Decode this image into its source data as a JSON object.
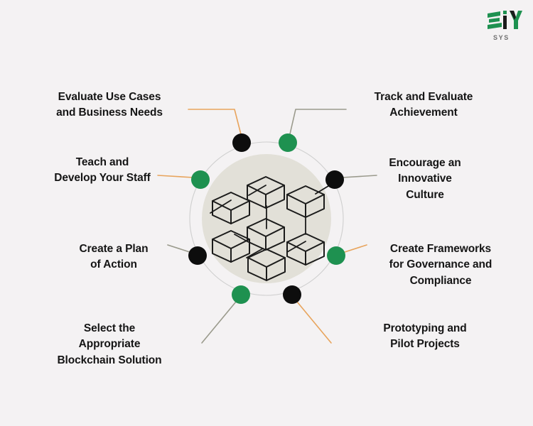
{
  "background_color": "#f4f2f3",
  "brand": {
    "logo_mark": "EiY",
    "logo_sub": "SYS",
    "green": "#1e9150",
    "dark": "#1b1b1b"
  },
  "center": {
    "icon_name": "blockchain-network-icon",
    "disc_color": "#e2e0d8",
    "ring_color": "#cfcfcf",
    "cube_count": 7
  },
  "palette": {
    "node_dark": "#0d0d0d",
    "node_green": "#1e9150",
    "connector_orange": "#e8a45c",
    "connector_olive": "#9a9a8c",
    "text": "#151515"
  },
  "steps": [
    {
      "id": "evaluate-use-cases",
      "side": "left",
      "lines": [
        "Evaluate Use Cases",
        "and Business Needs"
      ],
      "node_color": "#0d0d0d",
      "connector_color": "#e8a45c"
    },
    {
      "id": "teach-develop-staff",
      "side": "left",
      "lines": [
        "Teach and",
        "Develop Your Staff"
      ],
      "node_color": "#1e9150",
      "connector_color": "#e8a45c"
    },
    {
      "id": "create-plan-of-action",
      "side": "left",
      "lines": [
        "Create a Plan",
        "of Action"
      ],
      "node_color": "#0d0d0d",
      "connector_color": "#9a9a8c"
    },
    {
      "id": "select-blockchain-solution",
      "side": "left",
      "lines": [
        "Select the",
        "Appropriate",
        "Blockchain Solution"
      ],
      "node_color": "#1e9150",
      "connector_color": "#9a9a8c"
    },
    {
      "id": "track-evaluate-achievement",
      "side": "right",
      "lines": [
        "Track and Evaluate",
        "Achievement"
      ],
      "node_color": "#1e9150",
      "connector_color": "#9a9a8c"
    },
    {
      "id": "encourage-innovative-culture",
      "side": "right",
      "lines": [
        "Encourage an",
        "Innovative",
        "Culture"
      ],
      "node_color": "#0d0d0d",
      "connector_color": "#9a9a8c"
    },
    {
      "id": "create-frameworks-governance",
      "side": "right",
      "lines": [
        "Create Frameworks",
        "for Governance and",
        "Compliance"
      ],
      "node_color": "#1e9150",
      "connector_color": "#e8a45c"
    },
    {
      "id": "prototyping-pilot-projects",
      "side": "right",
      "lines": [
        "Prototyping and",
        "Pilot Projects"
      ],
      "node_color": "#0d0d0d",
      "connector_color": "#e8a45c"
    }
  ]
}
